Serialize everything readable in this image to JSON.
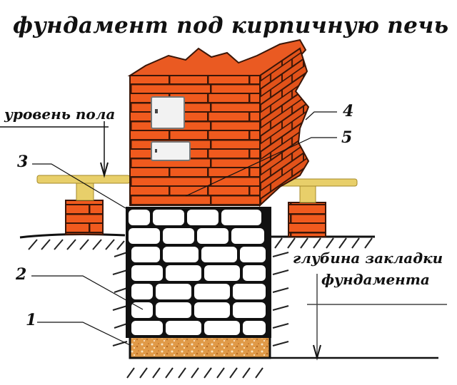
{
  "title": "фундамент под кирпичную печь",
  "labels": {
    "floor_level": "уровень пола",
    "depth_line1": "глубина закладки",
    "depth_line2": "фундамента"
  },
  "callouts": [
    {
      "number": "1",
      "refers_to": "sand cushion"
    },
    {
      "number": "2",
      "refers_to": "rubble stone foundation"
    },
    {
      "number": "3",
      "refers_to": "waterproofing layer"
    },
    {
      "number": "4",
      "refers_to": "brick stove body"
    },
    {
      "number": "5",
      "refers_to": "gap between stove and floor"
    }
  ],
  "colors": {
    "brick": "#f05a1e",
    "brick_dark": "#c23a0e",
    "mortar": "#3a1608",
    "stone": "#ffffff",
    "stone_joint": "#111111",
    "sand": "#e09a48",
    "timber": "#e8cf6a",
    "door": "#f2f2f2"
  }
}
